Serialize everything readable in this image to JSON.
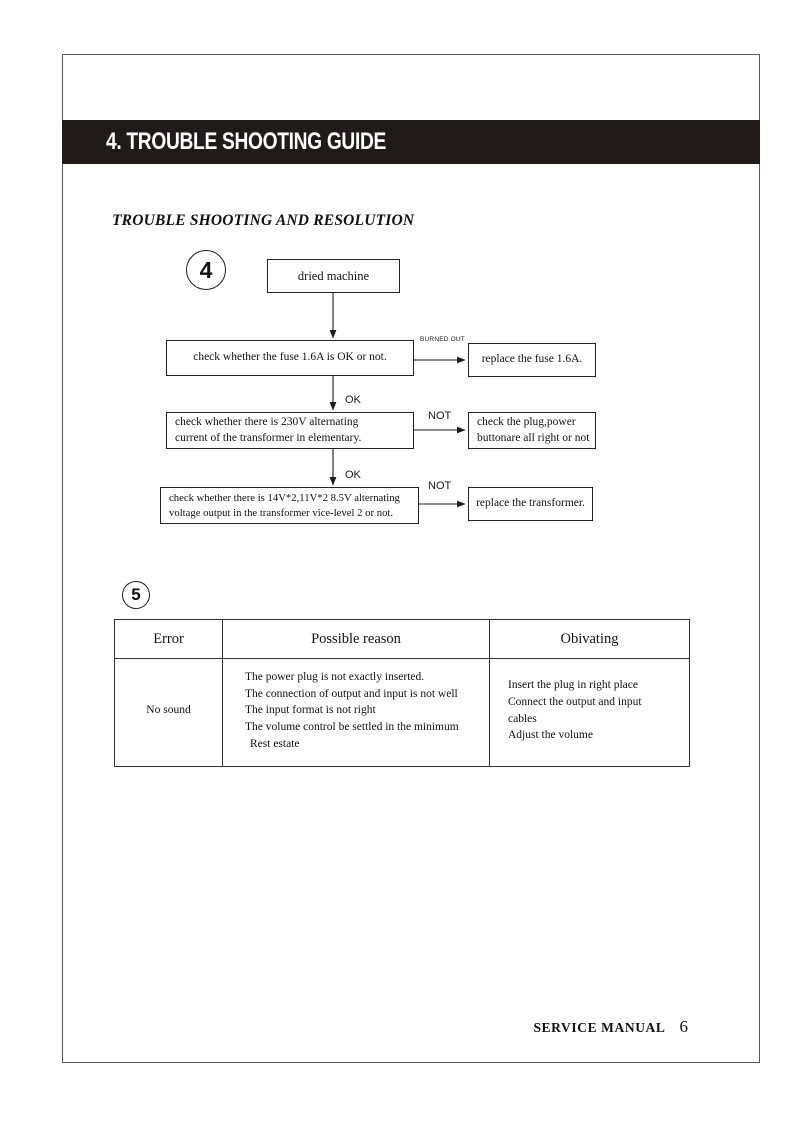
{
  "chapter": {
    "number": "4.",
    "title": "TROUBLE SHOOTING GUIDE",
    "bar_text": "4.  TROUBLE SHOOTING GUIDE",
    "bar_color": "#201b19",
    "bar_text_color": "#ffffff"
  },
  "section": {
    "title": "TROUBLE SHOOTING AND RESOLUTION"
  },
  "flowchart": {
    "marker": "4",
    "nodes": {
      "start": "dried machine",
      "check_fuse": "check whether the fuse 1.6A is OK or not.",
      "replace_fuse": "replace the fuse 1.6A.",
      "check_230v_line1": "check whether there is 230V alternating",
      "check_230v_line2": "current of the transformer in elementary.",
      "check_plug_line1": "check the plug,power",
      "check_plug_line2": "buttonare all right or not",
      "check_volt_line1": "check whether there is 14V*2,11V*2 8.5V alternating",
      "check_volt_line2": "voltage output in the transformer vice-level 2 or not.",
      "replace_transformer": "replace the transformer."
    },
    "labels": {
      "burned_out": "BURNED OUT",
      "ok_1": "OK",
      "not_1": "NOT",
      "ok_2": "OK",
      "not_2": "NOT"
    }
  },
  "table_section": {
    "marker": "5",
    "headers": [
      "Error",
      "Possible reason",
      "Obivating"
    ],
    "rows": [
      {
        "error": "No sound",
        "reasons": [
          "The power plug is not exactly inserted.",
          "The connection of output and input is not well",
          "The input format is not right",
          "The volume control be settled in the minimum",
          "Rest estate"
        ],
        "obviating": [
          "Insert the plug in right place",
          "Connect the output and input",
          "cables",
          "Adjust the volume"
        ]
      }
    ]
  },
  "footer": {
    "label": "SERVICE MANUAL",
    "page": "6"
  }
}
